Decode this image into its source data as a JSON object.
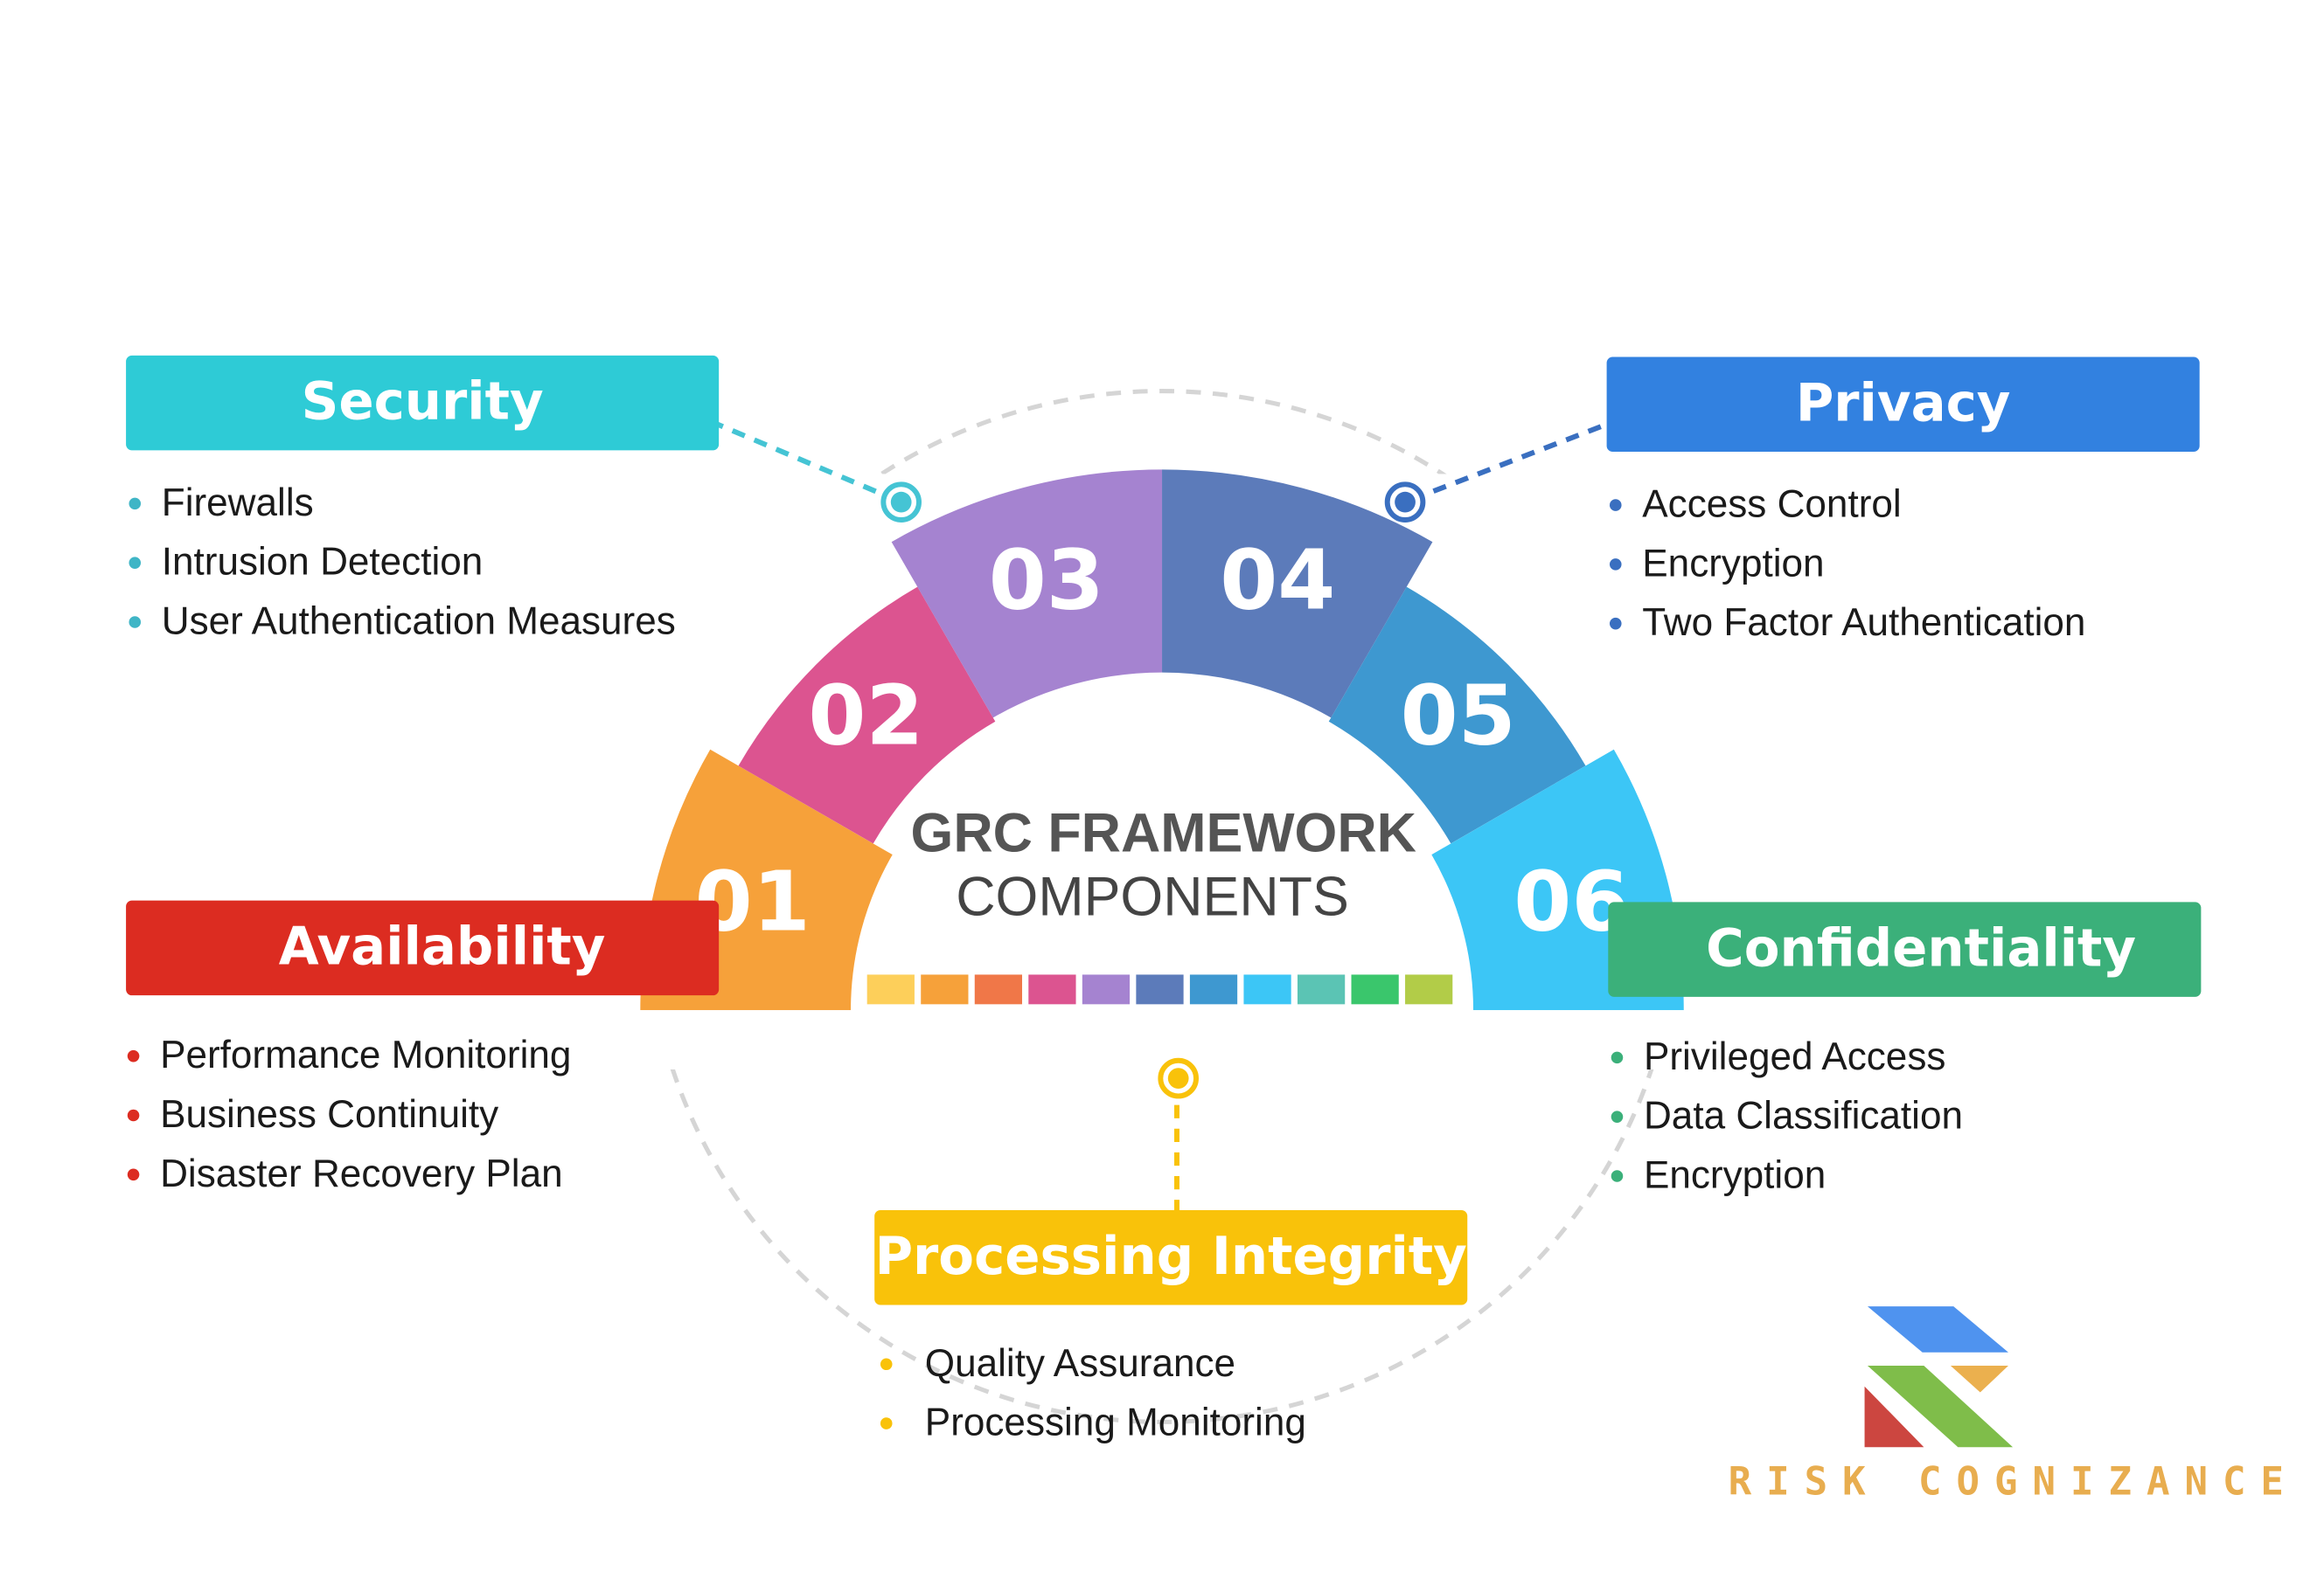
{
  "title": {
    "line1": "GRC FRAMEWORK",
    "line2": "COMPONENTS"
  },
  "segments": [
    {
      "number": "01",
      "color": "#f6a13a"
    },
    {
      "number": "02",
      "color": "#dc5490"
    },
    {
      "number": "03",
      "color": "#a583d0"
    },
    {
      "number": "04",
      "color": "#5c7bba"
    },
    {
      "number": "05",
      "color": "#3e98d0"
    },
    {
      "number": "06",
      "color": "#3cc6f6"
    }
  ],
  "swatches": [
    "#fdcf5a",
    "#f6a13a",
    "#f07748",
    "#dc5490",
    "#a583d0",
    "#5c7bba",
    "#3e98d0",
    "#3cc6f6",
    "#5bc4b4",
    "#3ac66c",
    "#b2cc48"
  ],
  "categories": {
    "security": {
      "label": "Security",
      "color": "#2ecbd6",
      "items": [
        "Firewalls",
        "Intrusion Detection",
        "User Authentication Measures"
      ]
    },
    "privacy": {
      "label": "Privacy",
      "color": "#3281e0",
      "items": [
        "Access Control",
        "Encryption",
        "Two Factor Authentication"
      ]
    },
    "availability": {
      "label": "Availability",
      "color": "#dc2c21",
      "items": [
        "Performance Monitoring",
        "Business Continuity",
        "Disaster Recovery Plan"
      ]
    },
    "confidentiality": {
      "label": "Confidentiality",
      "color": "#3bb07a",
      "items": [
        "Privileged Access",
        "Data Classification",
        "Encryption"
      ]
    },
    "processing_integrity": {
      "label": "Processing Integrity",
      "color": "#f9c20a",
      "items": [
        "Quality Assurance",
        "Processing Monitoring"
      ]
    }
  },
  "logo": {
    "text": "RISK COGNIZANCE"
  }
}
